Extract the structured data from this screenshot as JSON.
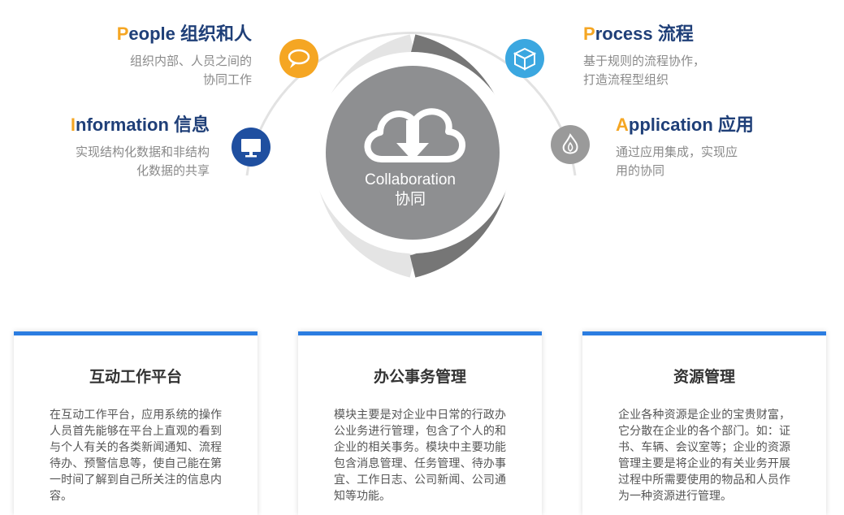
{
  "quadrants": {
    "people": {
      "initial": "P",
      "title_rest": "eople 组织和人",
      "desc_line1": "组织内部、人员之间的",
      "desc_line2": "协同工作",
      "icon": "chat-bubble-icon",
      "icon_color": "#f5a623"
    },
    "information": {
      "initial": "I",
      "title_rest": "nformation 信息",
      "desc_line1": "实现结构化数据和非结构",
      "desc_line2": "化数据的共享",
      "icon": "monitor-icon",
      "icon_color": "#1f4fa0"
    },
    "process": {
      "initial": "P",
      "title_rest": "rocess 流程",
      "desc_line1": "基于规则的流程协作，",
      "desc_line2": "打造流程型组织",
      "icon": "box-icon",
      "icon_color": "#3ba7e0"
    },
    "application": {
      "initial": "A",
      "title_rest": "pplication 应用",
      "desc_line1": "通过应用集成，实现应",
      "desc_line2": "用的协同",
      "icon": "flame-icon",
      "icon_color": "#9a9a9a"
    }
  },
  "center": {
    "label_en": "Collaboration",
    "label_cn": "协同",
    "icon": "cloud-download-icon"
  },
  "cards": [
    {
      "title": "互动工作平台",
      "text": "在互动工作平台，应用系统的操作人员首先能够在平台上直观的看到与个人有关的各类新闻通知、流程待办、预警信息等，使自己能在第一时间了解到自己所关注的信息内容。"
    },
    {
      "title": "办公事务管理",
      "text": "模块主要是对企业中日常的行政办公业务进行管理，包含了个人的和企业的相关事务。模块中主要功能包含消息管理、任务管理、待办事宜、工作日志、公司新闻、公司通知等功能。"
    },
    {
      "title": "资源管理",
      "text": "企业各种资源是企业的宝贵财富，它分散在企业的各个部门。如：证书、车辆、会议室等；企业的资源管理主要是将企业的有关业务开展过程中所需要使用的物品和人员作为一种资源进行管理。"
    }
  ],
  "colors": {
    "accent_orange": "#f5a623",
    "title_blue": "#1f3f78",
    "card_border_blue": "#2b7de1",
    "ring_dark": "#767676",
    "ring_light": "#e4e4e4",
    "center_fill": "#8e8f91"
  }
}
